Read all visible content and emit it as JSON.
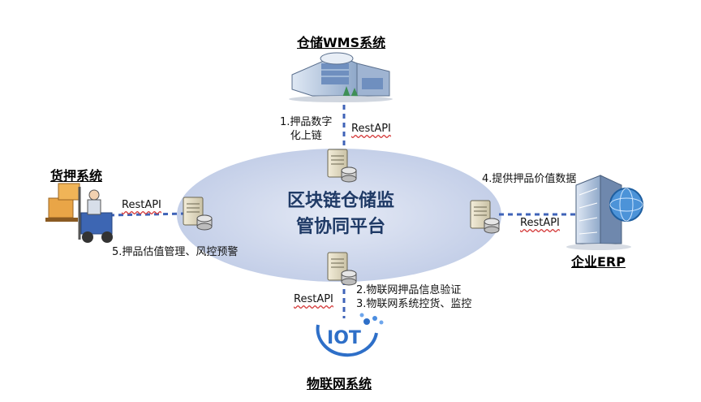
{
  "center": {
    "line1": "区块链仓储监",
    "line2": "管协同平台"
  },
  "nodes": {
    "wms": {
      "title": "仓储WMS系统",
      "icon": "warehouse-building-icon"
    },
    "pledge": {
      "title": "货押系统",
      "icon": "forklift-boxes-icon"
    },
    "erp": {
      "title": "企业ERP",
      "icon": "office-building-globe-icon"
    },
    "iot": {
      "title": "物联网系统",
      "icon": "iot-logo-icon",
      "logo_text": "IOT"
    }
  },
  "connections": {
    "wms": {
      "api": "RestAPI",
      "desc_line1": "1.押品数字",
      "desc_line2": "化上链"
    },
    "pledge": {
      "api": "RestAPI",
      "desc": "5.押品估值管理、风控预警"
    },
    "erp": {
      "api": "RestAPI",
      "desc": "4.提供押品价值数据"
    },
    "iot": {
      "api": "RestAPI",
      "desc_line1": "2.物联网押品信息验证",
      "desc_line2": "3.物联网系统控货、监控"
    }
  },
  "colors": {
    "ellipse": "#c9d3ea",
    "connector": "#3f63b8",
    "title_text": "#1f3a66",
    "api_underline": "#d43a3a"
  }
}
